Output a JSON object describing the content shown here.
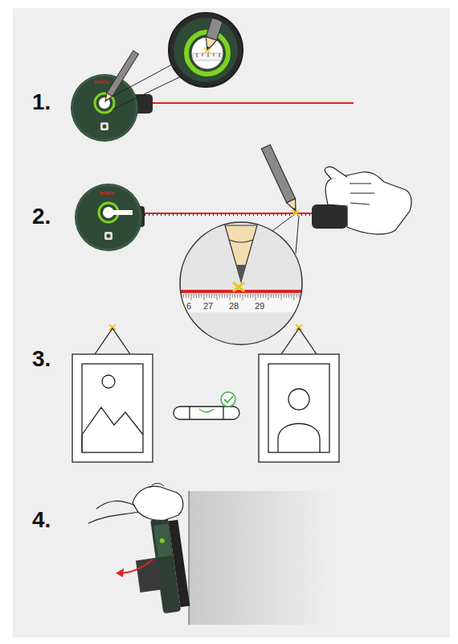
{
  "diagram": {
    "labels": [
      "1.",
      "2.",
      "3.",
      "4.",
      "BOSCH",
      "BOSCH",
      "6",
      "27",
      "28",
      "29"
    ]
  }
}
